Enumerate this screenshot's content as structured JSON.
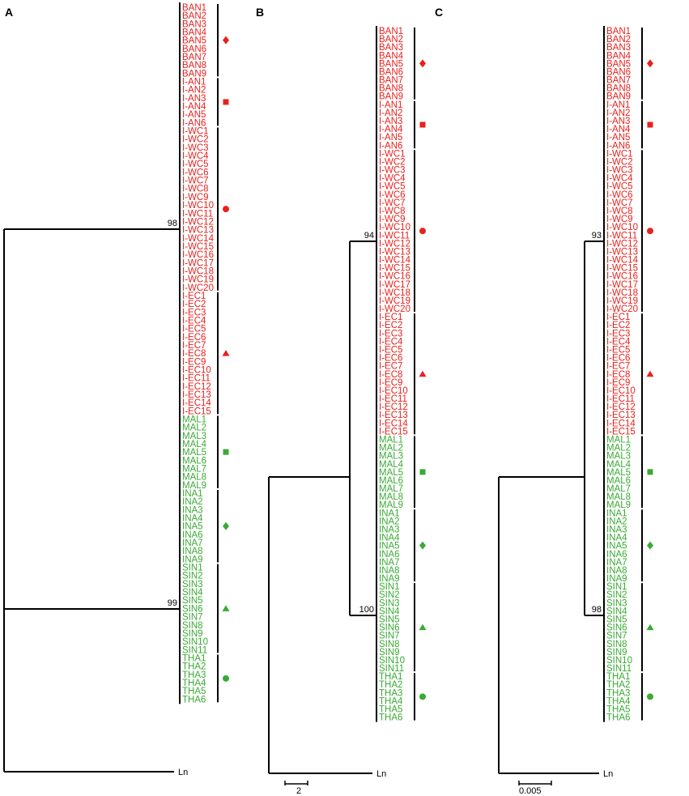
{
  "colors": {
    "red_clade": "#e8211d",
    "green_clade": "#3aaa35",
    "branch": "#000000"
  },
  "panels": [
    {
      "label": "A",
      "root_support": "98",
      "green_support": "99",
      "outgroup": "Ln",
      "scale_label": ""
    },
    {
      "label": "B",
      "root_support": "94",
      "green_support": "100",
      "outgroup": "Ln",
      "scale_label": "2"
    },
    {
      "label": "C",
      "root_support": "93",
      "green_support": "98",
      "outgroup": "Ln",
      "scale_label": "0.005"
    }
  ],
  "groups": [
    {
      "color": "red",
      "symbol": "diamond",
      "taxa": [
        "BAN1",
        "BAN2",
        "BAN3",
        "BAN4",
        "BAN5",
        "BAN6",
        "BAN7",
        "BAN8",
        "BAN9"
      ]
    },
    {
      "color": "red",
      "symbol": "square",
      "taxa": [
        "I-AN1",
        "I-AN2",
        "I-AN3",
        "I-AN4",
        "I-AN5",
        "I-AN6"
      ]
    },
    {
      "color": "red",
      "symbol": "circle",
      "taxa": [
        "I-WC1",
        "I-WC2",
        "I-WC3",
        "I-WC4",
        "I-WC5",
        "I-WC6",
        "I-WC7",
        "I-WC8",
        "I-WC9",
        "I-WC10",
        "I-WC11",
        "I-WC12",
        "I-WC13",
        "I-WC14",
        "I-WC15",
        "I-WC16",
        "I-WC17",
        "I-WC18",
        "I-WC19",
        "I-WC20"
      ]
    },
    {
      "color": "red",
      "symbol": "triangle",
      "taxa": [
        "I-EC1",
        "I-EC2",
        "I-EC3",
        "I-EC4",
        "I-EC5",
        "I-EC6",
        "I-EC7",
        "I-EC8",
        "I-EC9",
        "I-EC10",
        "I-EC11",
        "I-EC12",
        "I-EC13",
        "I-EC14",
        "I-EC15"
      ]
    },
    {
      "color": "green",
      "symbol": "square",
      "taxa": [
        "MAL1",
        "MAL2",
        "MAL3",
        "MAL4",
        "MAL5",
        "MAL6",
        "MAL7",
        "MAL8",
        "MAL9"
      ]
    },
    {
      "color": "green",
      "symbol": "diamond",
      "taxa": [
        "INA1",
        "INA2",
        "INA3",
        "INA4",
        "INA5",
        "INA6",
        "INA7",
        "INA8",
        "INA9"
      ]
    },
    {
      "color": "green",
      "symbol": "triangle",
      "taxa": [
        "SIN1",
        "SIN2",
        "SIN3",
        "SIN4",
        "SIN5",
        "SIN6",
        "SIN7",
        "SIN8",
        "SIN9",
        "SIN10",
        "SIN11"
      ]
    },
    {
      "color": "green",
      "symbol": "circle",
      "taxa": [
        "THA1",
        "THA2",
        "THA3",
        "THA4",
        "THA5",
        "THA6"
      ]
    }
  ]
}
